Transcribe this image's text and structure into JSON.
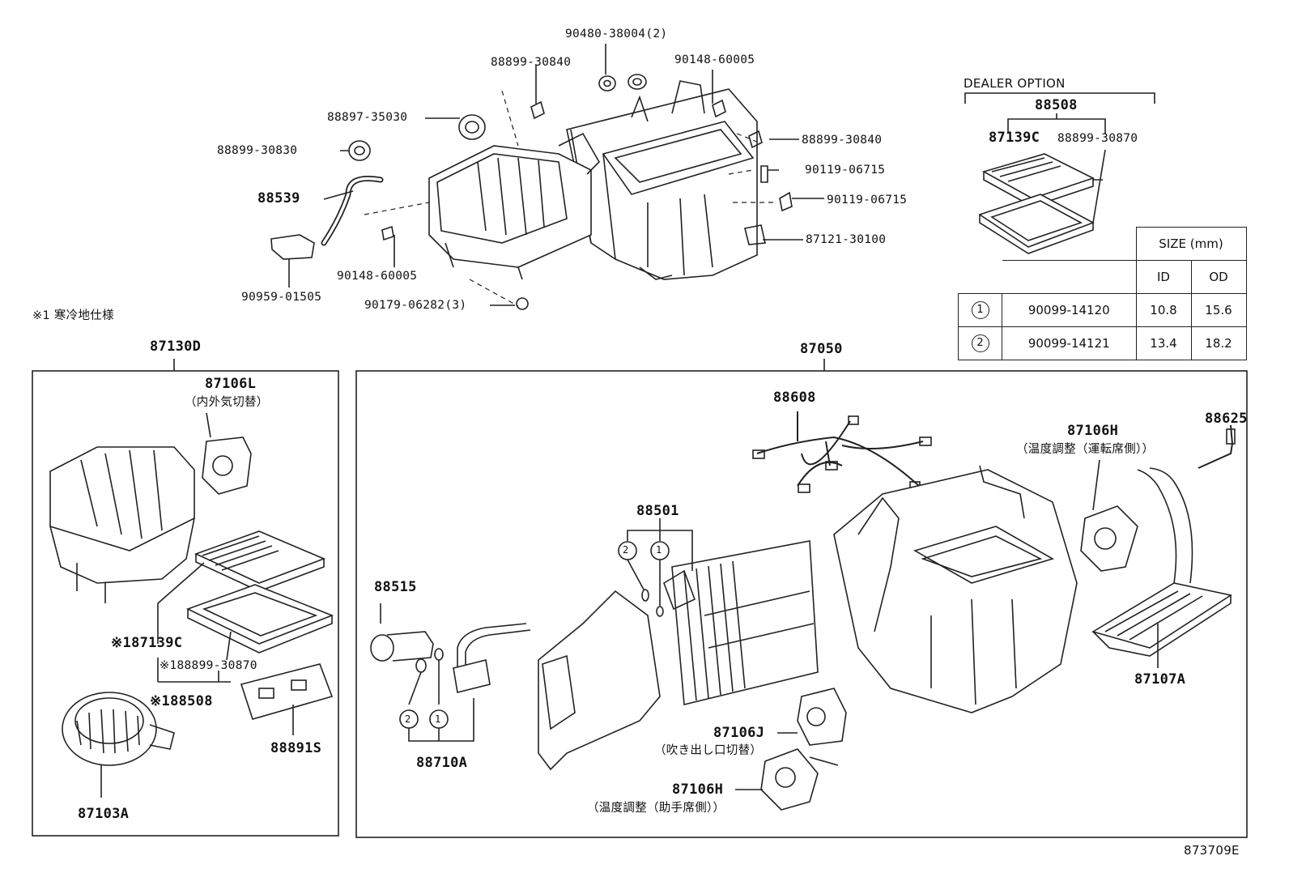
{
  "callouts": {
    "p90480": "90480-38004(2)",
    "p88899_30840_a": "88899-30840",
    "p90148_60005_a": "90148-60005",
    "p88897": "88897-35030",
    "p88899_30830": "88899-30830",
    "p88899_30840_b": "88899-30840",
    "p90119_a": "90119-06715",
    "p90119_b": "90119-06715",
    "p88539": "88539",
    "p87121": "87121-30100",
    "p90148_60005_b": "90148-60005",
    "p90959": "90959-01505",
    "p90179": "90179-06282(3)"
  },
  "note": "※1 寒冷地仕様",
  "dealer_option": {
    "title": "DEALER OPTION",
    "kit": "88508",
    "item1": "87139C",
    "item2": "88899-30870"
  },
  "size_table": {
    "header": "SIZE (mm)",
    "col_id": "ID",
    "col_od": "OD",
    "rows": [
      {
        "num": "1",
        "part": "90099-14120",
        "id": "10.8",
        "od": "15.6"
      },
      {
        "num": "2",
        "part": "90099-14121",
        "id": "13.4",
        "od": "18.2"
      }
    ]
  },
  "left_box": {
    "title": "87130D",
    "p87106L": "87106L",
    "p87106L_desc": "（内外気切替）",
    "p87139C": "※187139C",
    "p88899_30870": "※188899-30870",
    "p88508": "※188508",
    "p88891S": "88891S",
    "p87103A": "87103A"
  },
  "right_box": {
    "title": "87050",
    "p88608": "88608",
    "p88625": "88625",
    "p87106H_top": "87106H",
    "p87106H_top_desc": "（温度調整（運転席側））",
    "p88501": "88501",
    "p88515": "88515",
    "c2a": "2",
    "c1a": "1",
    "c2b": "2",
    "c1b": "1",
    "p88710A": "88710A",
    "p87106J": "87106J",
    "p87106J_desc": "（吹き出し口切替）",
    "p87106H_bot": "87106H",
    "p87106H_bot_desc": "（温度調整（助手席側））",
    "p87107A": "87107A"
  },
  "figure_code": "873709E"
}
